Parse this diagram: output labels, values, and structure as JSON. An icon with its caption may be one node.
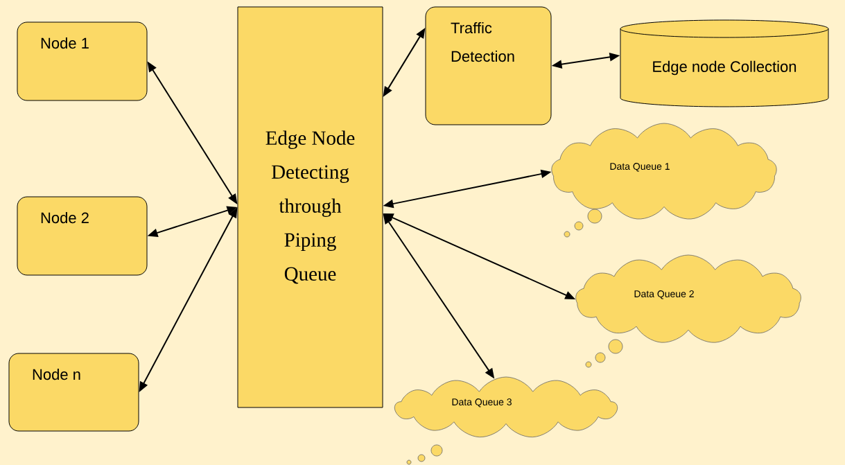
{
  "diagram": {
    "nodes": [
      {
        "text": [
          "Node 1"
        ]
      },
      {
        "text": [
          "Node 2"
        ]
      },
      {
        "text": [
          "Node n"
        ]
      },
      {
        "text": [
          "Edge Node Detecting through Piping Queue"
        ]
      },
      {
        "text": [
          "Traffic Detection"
        ]
      },
      {
        "text": [
          "Edge node Collection"
        ]
      },
      {
        "text": [
          "Data Queue 1"
        ]
      },
      {
        "text": [
          "Data Queue 2"
        ]
      },
      {
        "text": [
          "Data Queue 3"
        ]
      }
    ],
    "edges": [
      {
        "from": 0,
        "to": 3,
        "arrow": "both"
      },
      {
        "from": 1,
        "to": 3,
        "arrow": "both"
      },
      {
        "from": 2,
        "to": 3,
        "arrow": "both"
      },
      {
        "from": 3,
        "to": 4,
        "arrow": "both"
      },
      {
        "from": 4,
        "to": 5,
        "arrow": "both"
      },
      {
        "from": 3,
        "to": 6,
        "arrow": "both"
      },
      {
        "from": 3,
        "to": 7,
        "arrow": "both"
      },
      {
        "from": 3,
        "to": 8,
        "arrow": "both"
      }
    ]
  }
}
